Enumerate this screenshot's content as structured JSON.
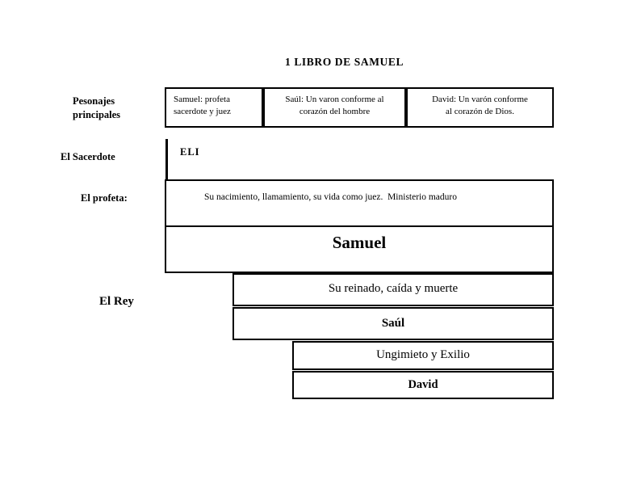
{
  "page": {
    "title": "1 LIBRO DE SAMUEL"
  },
  "row_labels": {
    "personajes_line1": "Pesonajes",
    "personajes_line2": "principales",
    "sacerdote": "El Sacerdote",
    "profeta": "El profeta:",
    "rey": "El Rey"
  },
  "personajes_principales": {
    "samuel_cell": {
      "line1": "Samuel: profeta",
      "line2": "sacerdote y juez"
    },
    "saul_cell": {
      "line1": "Saúl: Un varon conforme al",
      "line2": "corazón del hombre"
    },
    "david_cell": {
      "line1": "David: Un varón conforme",
      "line2": "al corazón de Dios."
    }
  },
  "sacerdote_section": {
    "name": "ELI"
  },
  "profeta_section": {
    "description": "Su nacimiento, llamamiento, su vida como juez.  Ministerio maduro",
    "name": "Samuel"
  },
  "rey_section": {
    "saul": {
      "description": "Su reinado, caída y muerte",
      "name": "Saúl"
    },
    "david": {
      "description": "Ungimieto y Exilio",
      "name": "David"
    }
  },
  "colors": {
    "background": "#ffffff",
    "border": "#000000",
    "text": "#000000"
  }
}
